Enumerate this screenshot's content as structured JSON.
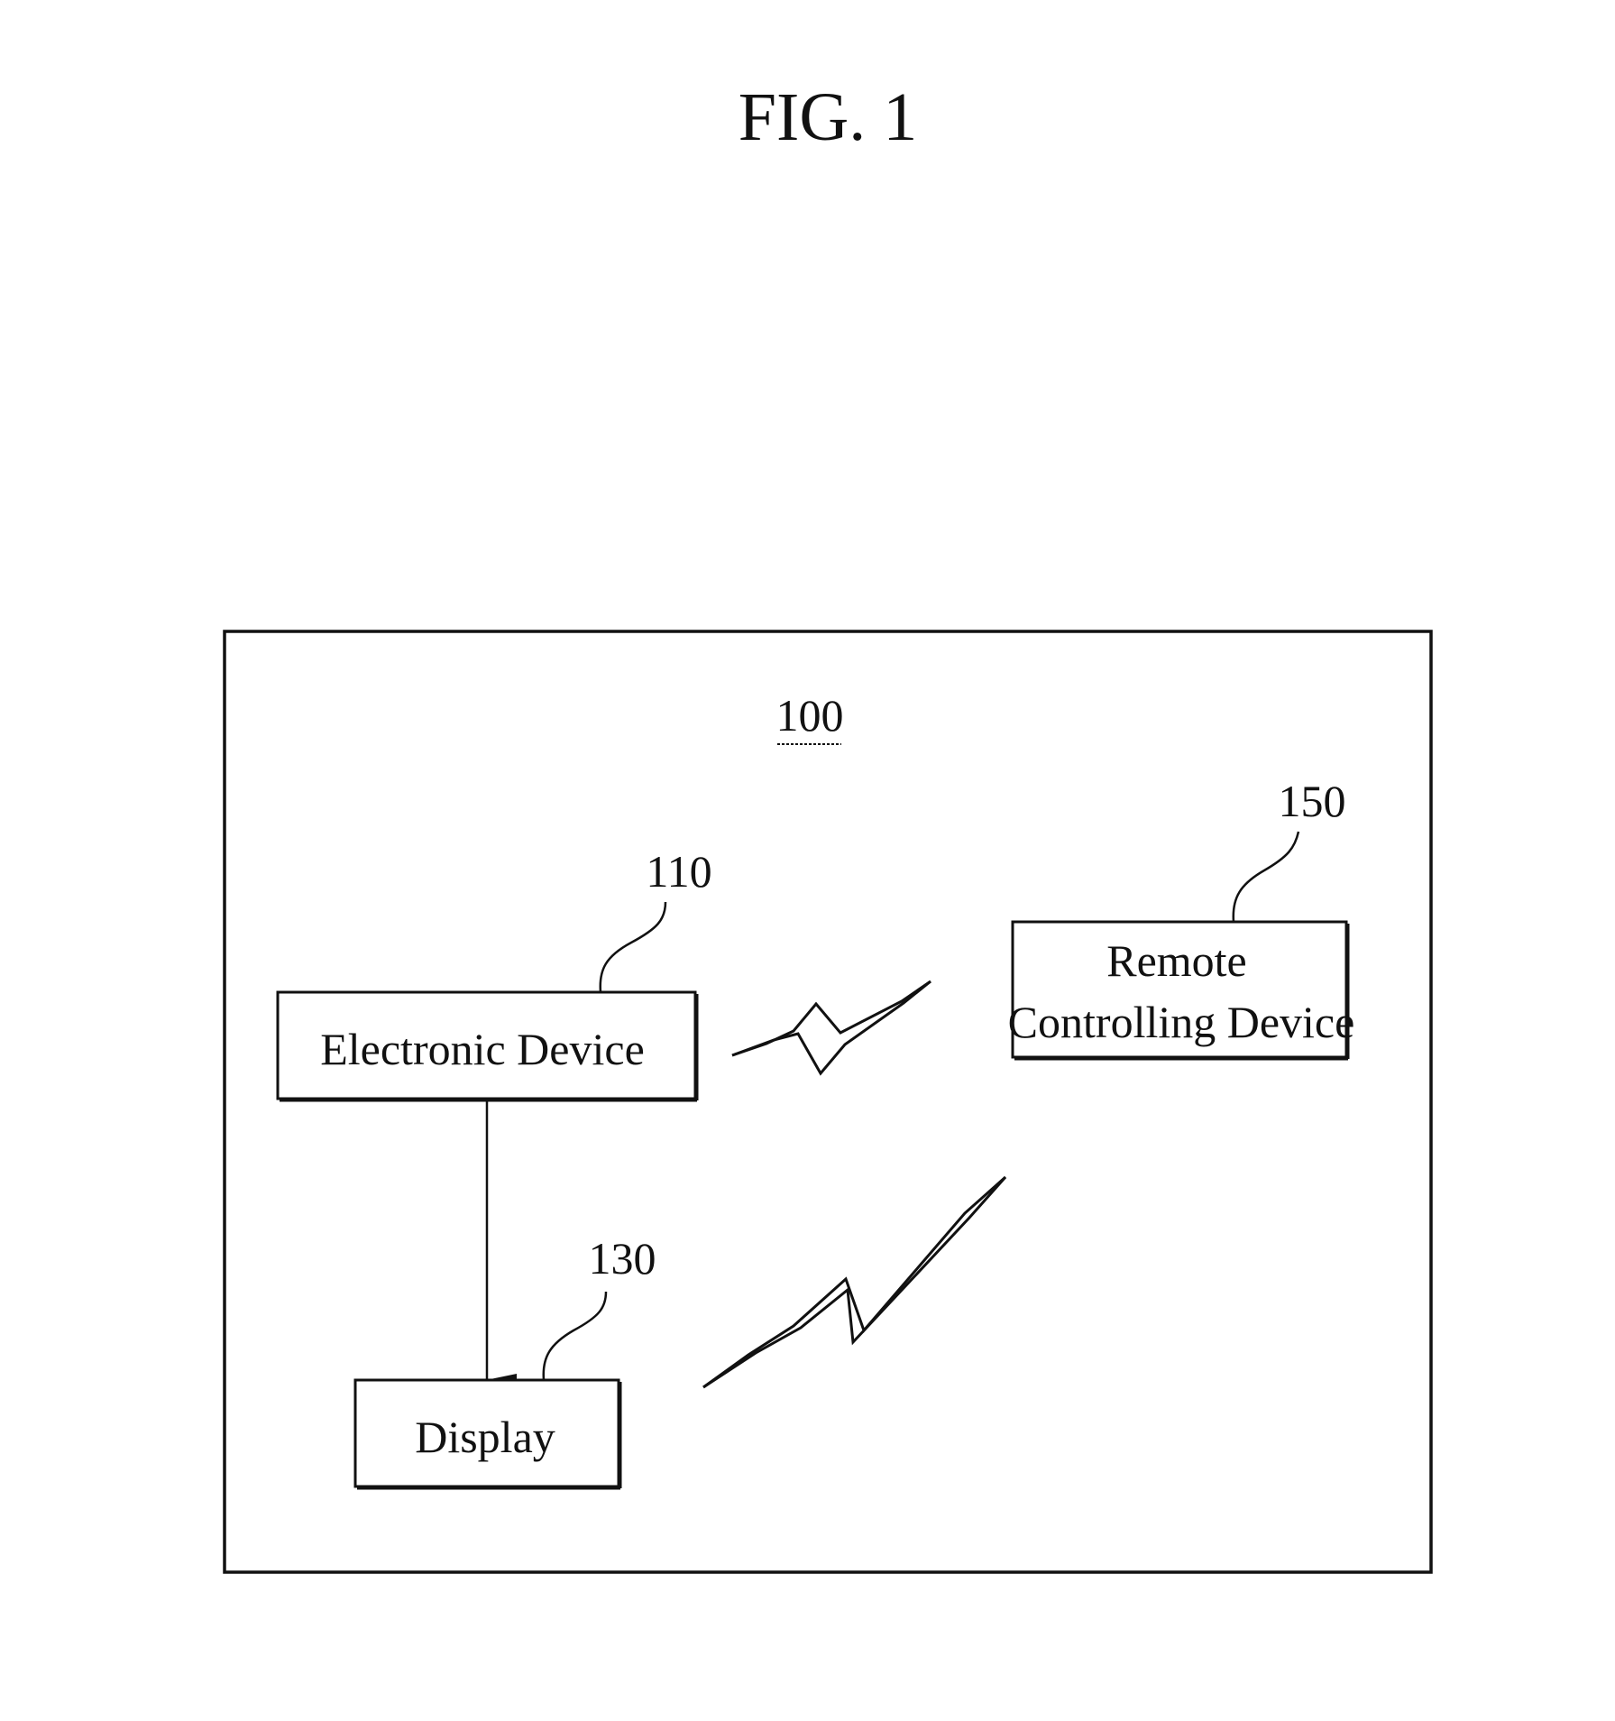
{
  "figure": {
    "title": "FIG. 1",
    "system_ref": "100"
  },
  "electronic_device": {
    "ref": "110",
    "label": "Electronic Device"
  },
  "display": {
    "ref": "130",
    "label": "Display"
  },
  "remote_controlling_device": {
    "ref": "150",
    "label_line1": "Remote",
    "label_line2": "Controlling Device"
  },
  "connections": [
    {
      "from": "Electronic Device",
      "to": "Display",
      "type": "wired-arrow"
    },
    {
      "from": "Electronic Device",
      "to": "Remote Controlling Device",
      "type": "wireless"
    },
    {
      "from": "Display",
      "to": "Remote Controlling Device",
      "type": "wireless"
    }
  ]
}
